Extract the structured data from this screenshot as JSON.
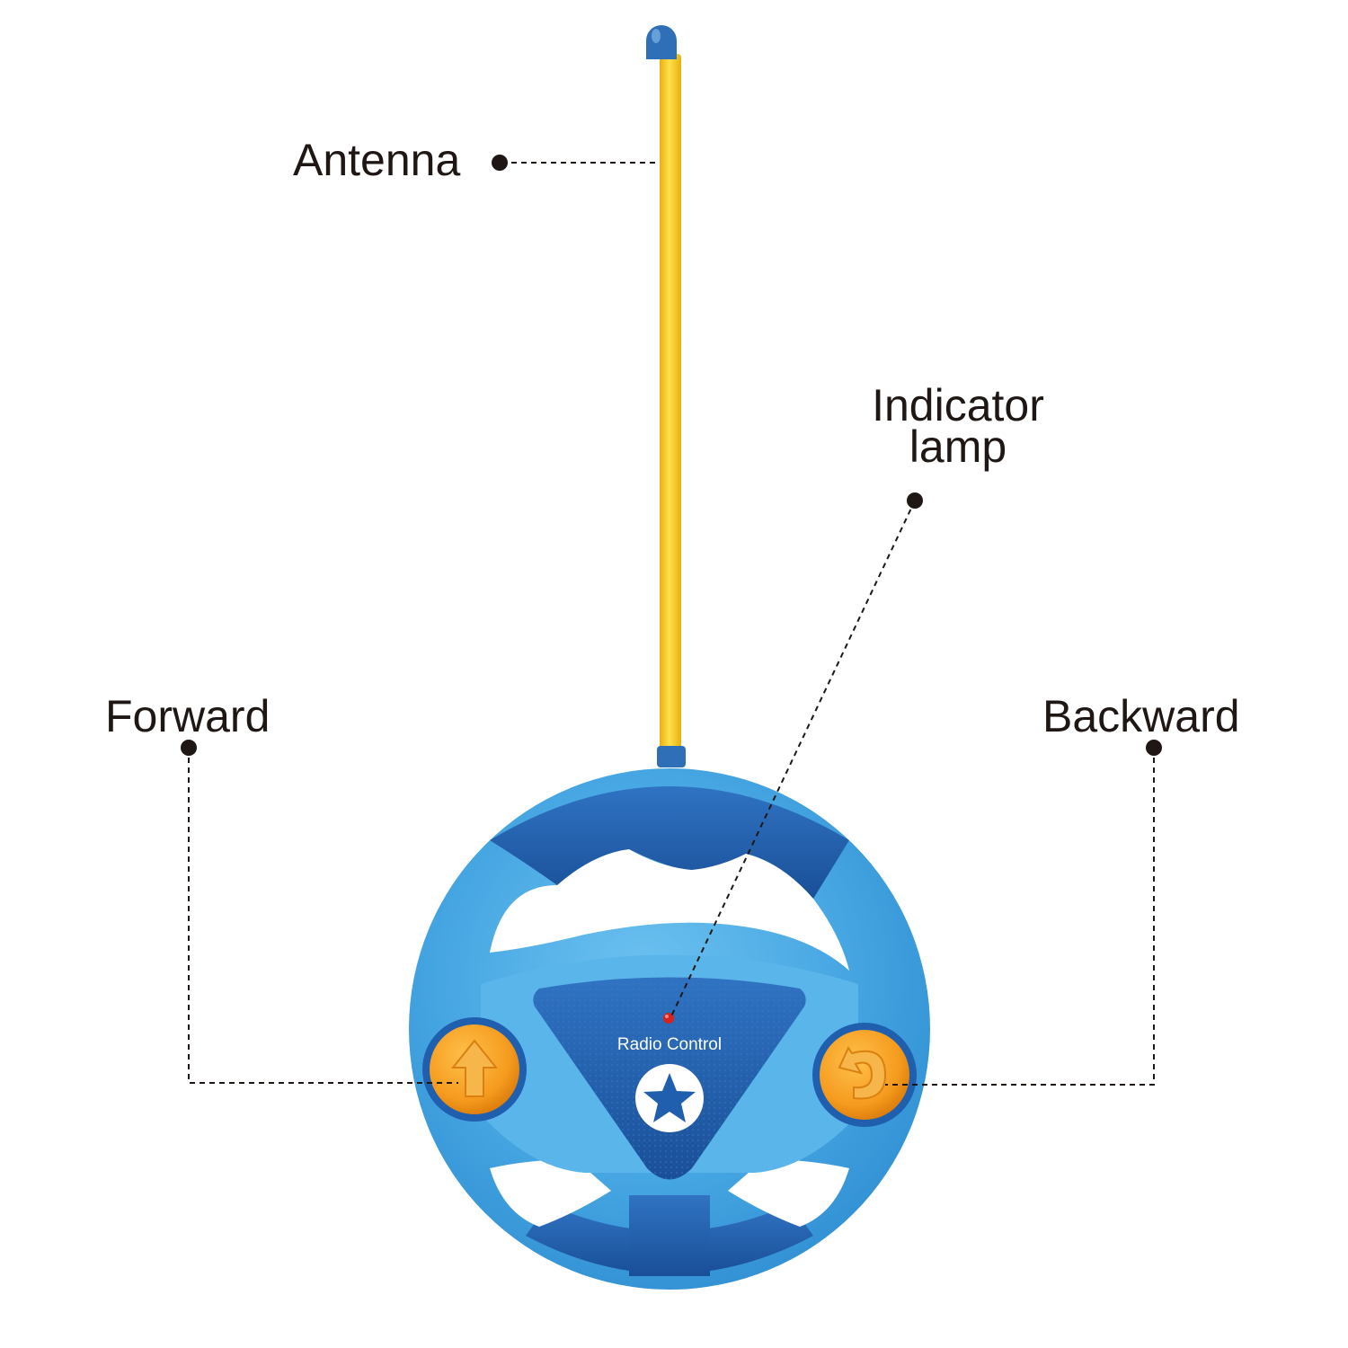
{
  "labels": {
    "antenna": "Antenna",
    "indicator_line1": "Indicator",
    "indicator_line2": "lamp",
    "forward": "Forward",
    "backward": "Backward"
  },
  "device": {
    "badge_text": "Radio Control"
  },
  "colors": {
    "antenna_rod": "#f6c71b",
    "antenna_tip": "#2f6fb8",
    "wheel_light": "#4aa9e4",
    "wheel_dark": "#1f5fae",
    "button_orange": "#f59b1e",
    "indicator_red": "#d8221e",
    "label_text": "#1e1714"
  },
  "icons": [
    "up-arrow-icon",
    "return-arrow-icon",
    "star-icon"
  ]
}
